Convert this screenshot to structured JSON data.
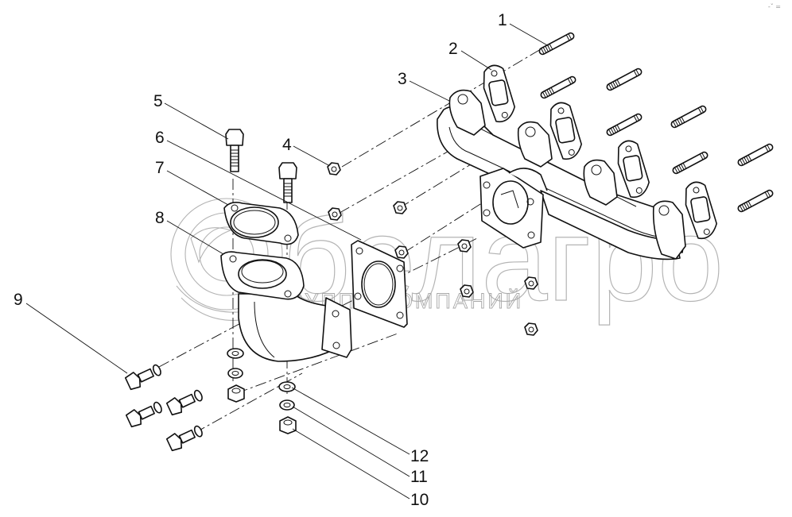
{
  "diagram": {
    "type": "exploded-parts-view",
    "subject": "exhaust-manifold-assembly",
    "callouts": [
      {
        "id": "1",
        "label": "1"
      },
      {
        "id": "2",
        "label": "2"
      },
      {
        "id": "3",
        "label": "3"
      },
      {
        "id": "4",
        "label": "4"
      },
      {
        "id": "5",
        "label": "5"
      },
      {
        "id": "6",
        "label": "6"
      },
      {
        "id": "7",
        "label": "7"
      },
      {
        "id": "8",
        "label": "8"
      },
      {
        "id": "9",
        "label": "9"
      },
      {
        "id": "10",
        "label": "10"
      },
      {
        "id": "11",
        "label": "11"
      },
      {
        "id": "12",
        "label": "12"
      }
    ],
    "parts": {
      "stud": "stud",
      "port_gasket": "port-gasket",
      "manifold": "exhaust-manifold",
      "nut": "nut",
      "bolt": "bolt",
      "square_gasket": "square-flange-gasket",
      "oval_gasket": "oval-flange-gasket",
      "elbow": "exhaust-elbow",
      "bolt_washer": "bolt-with-washer",
      "nut_lower": "nut",
      "spring_washer": "spring-washer",
      "flat_washer": "flat-washer"
    }
  },
  "watermark": {
    "brand": "белагро",
    "tagline": "ГРУППА КОМПАНИЙ",
    "color": "#a0a0a0"
  },
  "corner_mark": "-ˇ ="
}
